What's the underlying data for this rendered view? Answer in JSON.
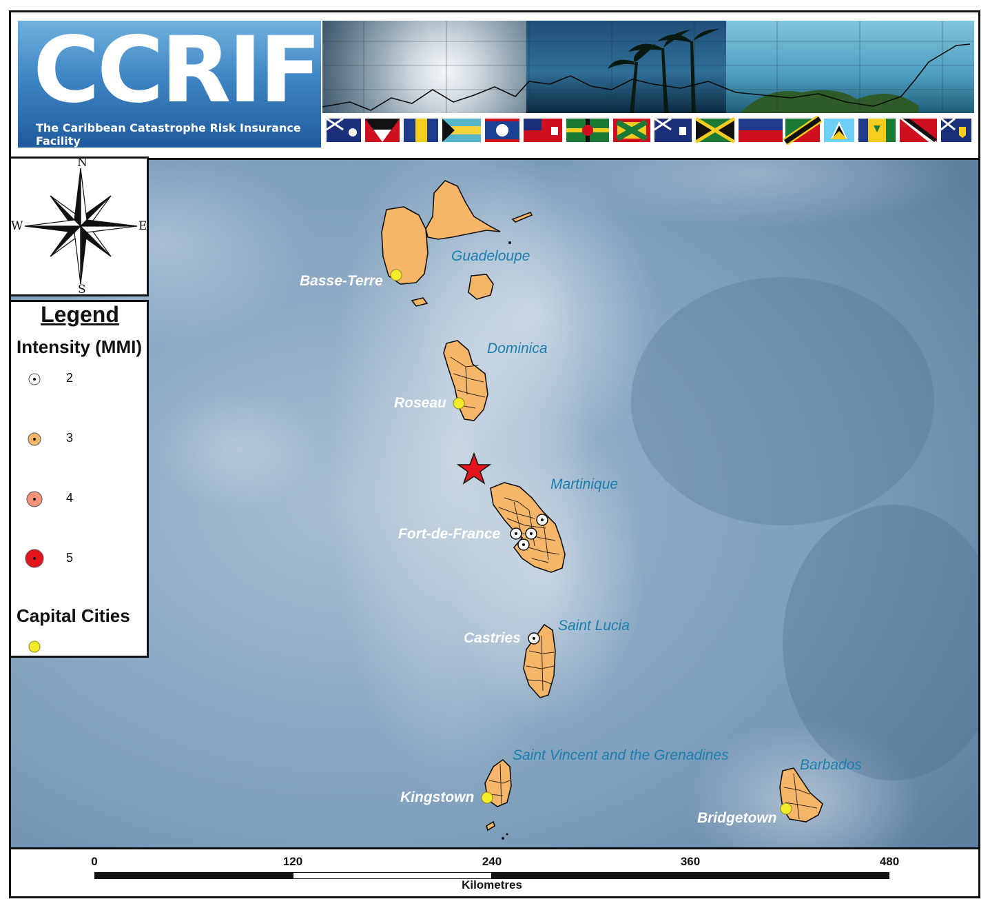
{
  "banner": {
    "logo": "CCRIF",
    "subtitle": "The Caribbean Catastrophe Risk Insurance Facility"
  },
  "compass": {
    "n": "N",
    "s": "S",
    "e": "E",
    "w": "W"
  },
  "legend": {
    "title": "Legend",
    "intensity_title": "Intensity (MMI)",
    "levels": [
      {
        "label": "2",
        "color": "#ffffff"
      },
      {
        "label": "3",
        "color": "#f5b66a"
      },
      {
        "label": "4",
        "color": "#f3937a"
      },
      {
        "label": "5",
        "color": "#e3141c"
      }
    ],
    "capital_title": "Capital Cities",
    "capital_color": "#f4ec2a"
  },
  "places": {
    "guadeloupe": "Guadeloupe",
    "dominica": "Dominica",
    "martinique": "Martinique",
    "saint_lucia": "Saint Lucia",
    "svg": "Saint Vincent and the Grenadines",
    "barbados": "Barbados"
  },
  "cities": {
    "basse_terre": "Basse-Terre",
    "roseau": "Roseau",
    "fort_de_france": "Fort-de-France",
    "castries": "Castries",
    "kingstown": "Kingstown",
    "bridgetown": "Bridgetown"
  },
  "scale": {
    "ticks": [
      "0",
      "120",
      "240",
      "360",
      "480"
    ],
    "unit": "Kilometres"
  },
  "colors": {
    "land": "#f5b66a",
    "sea": "#6f93b4",
    "epicenter": "#e3141c"
  }
}
